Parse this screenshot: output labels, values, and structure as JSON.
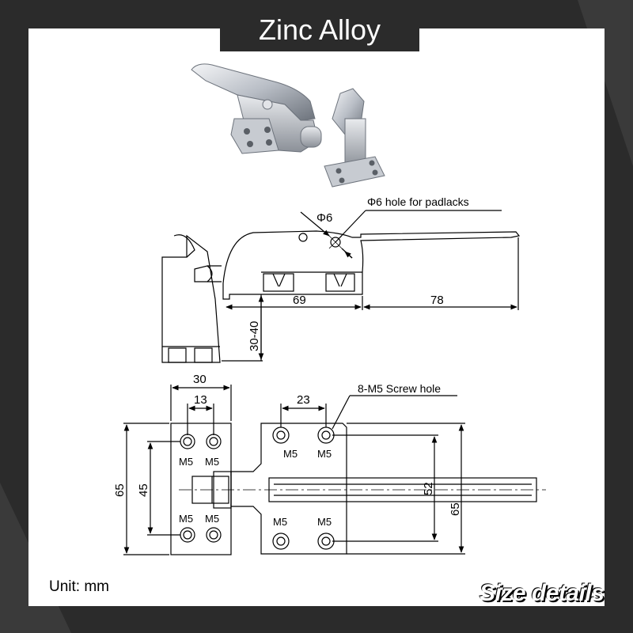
{
  "header": {
    "title": "Zinc Alloy"
  },
  "footer": {
    "caption": "Size details",
    "unit": "Unit:  mm"
  },
  "side_view": {
    "hole_symbol_label": "Φ6",
    "hole_callout": "Φ6 hole for padlacks",
    "dim_length_1": "69",
    "dim_length_2": "78",
    "dim_height": "30-40"
  },
  "top_view": {
    "dim_left_width": "30",
    "dim_left_spacing": "13",
    "dim_right_spacing": "23",
    "screw_callout": "8-M5 Screw hole",
    "dim_left_outer_height": "65",
    "dim_left_inner_height": "45",
    "dim_right_inner_height": "52",
    "dim_right_outer_height": "65",
    "hole_label": "M5"
  },
  "colors": {
    "frame": "#2b2b2b",
    "paper": "#ffffff",
    "chrome": "#c8ccd2",
    "line": "#000000"
  }
}
